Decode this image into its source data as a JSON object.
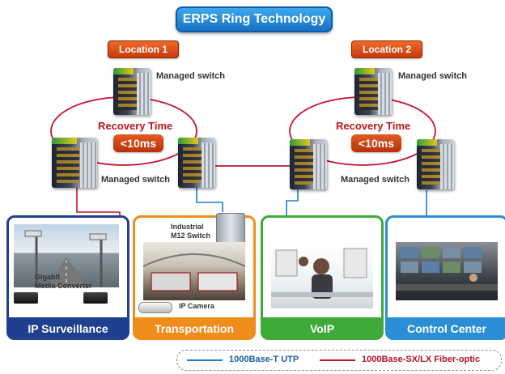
{
  "title": "ERPS Ring Technology",
  "locations": [
    "Location 1",
    "Location 2"
  ],
  "labels": {
    "managed_switch": "Managed switch",
    "recovery_time": "Recovery Time",
    "recovery_value": "<10ms",
    "industrial_switch_line1": "Industrial",
    "industrial_switch_line2": "M12 Switch",
    "media_converter_line1": "Gigabit",
    "media_converter_line2": "Media Converter",
    "ip_camera": "IP Camera"
  },
  "panels": [
    {
      "title": "IP Surveillance",
      "color": "#1f3f8f"
    },
    {
      "title": "Transportation",
      "color": "#f08c1a"
    },
    {
      "title": "VoIP",
      "color": "#3faa3a"
    },
    {
      "title": "Control Center",
      "color": "#2a8fd6"
    }
  ],
  "legend": {
    "utp": {
      "label": "1000Base-T UTP",
      "color": "#1a7fd0"
    },
    "fiber": {
      "label": "1000Base-SX/LX Fiber-optic",
      "color": "#c8102e"
    }
  }
}
